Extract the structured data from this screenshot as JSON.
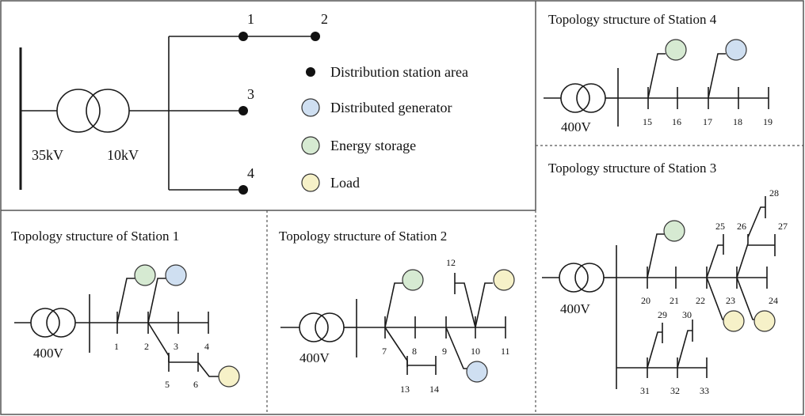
{
  "overview": {
    "voltages": {
      "hv": "35kV",
      "mv": "10kV"
    },
    "areas": [
      "1",
      "2",
      "3",
      "4"
    ]
  },
  "legend": {
    "items": [
      {
        "label": "Distribution station area",
        "color": "#000000"
      },
      {
        "label": "Distributed generator",
        "color": "#cfdff1"
      },
      {
        "label": "Energy storage",
        "color": "#d6ead2"
      },
      {
        "label": "Load",
        "color": "#f6f1c8"
      }
    ]
  },
  "stations": {
    "s1": {
      "title": "Topology  structure of Station 1",
      "voltage": "400V",
      "nodes": [
        "1",
        "2",
        "3",
        "4",
        "5",
        "6"
      ]
    },
    "s2": {
      "title": "Topology  structure of Station 2",
      "voltage": "400V",
      "nodes": [
        "7",
        "8",
        "9",
        "10",
        "11",
        "12",
        "13",
        "14"
      ]
    },
    "s3": {
      "title": "Topology  structure of Station 3",
      "voltage": "400V",
      "nodes": [
        "20",
        "21",
        "22",
        "23",
        "24",
        "25",
        "26",
        "27",
        "28",
        "29",
        "30",
        "31",
        "32",
        "33"
      ]
    },
    "s4": {
      "title": "Topology  structure of Station 4",
      "voltage": "400V",
      "nodes": [
        "15",
        "16",
        "17",
        "18",
        "19"
      ]
    }
  }
}
